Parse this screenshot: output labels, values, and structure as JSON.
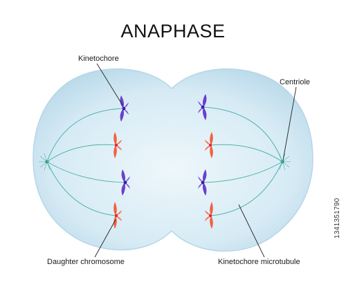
{
  "title": "ANAPHASE",
  "labels": {
    "kinetochore": "Kinetochore",
    "centriole": "Centriole",
    "daughter_chromosome": "Daughter chromosome",
    "kinetochore_microtubule": "Kinetochore microtubule"
  },
  "watermark_id": "1341351790",
  "colors": {
    "cell_fill": "#cfe6f2",
    "cell_outline": "#b6d6e8",
    "spindle_fiber": "#4fb3a8",
    "chromosome_purple": "#6a3fd0",
    "chromosome_orange": "#f0623e",
    "centromere_red": "#e8243c",
    "leader_line": "#222222"
  }
}
